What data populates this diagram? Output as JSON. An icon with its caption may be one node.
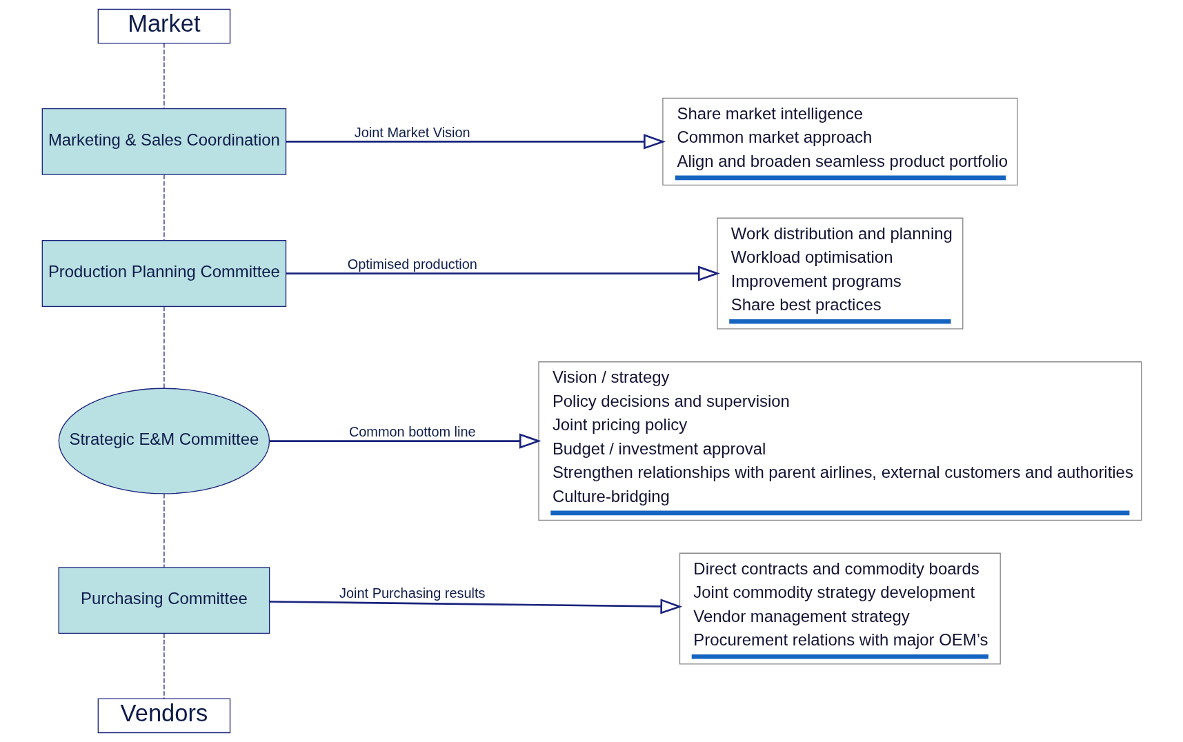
{
  "diagram": {
    "nodes": [
      {
        "text": [
          "Market"
        ]
      },
      {
        "text": [
          "Marketing & Sales Coordination"
        ]
      },
      {
        "text": [
          "Production Planning Committee"
        ]
      },
      {
        "text": [
          "Strategic E&M Committee"
        ]
      },
      {
        "text": [
          "Purchasing Committee"
        ]
      },
      {
        "text": [
          "Vendors"
        ]
      },
      {
        "text": [
          "Share market intelligence",
          "Common market approach",
          "Align and broaden seamless product portfolio"
        ]
      },
      {
        "text": [
          "Work distribution and planning",
          "Workload optimisation",
          "Improvement programs",
          "Share best practices"
        ]
      },
      {
        "text": [
          "Vision / strategy",
          "Policy decisions and supervision",
          "Joint pricing policy",
          "Budget / investment approval",
          "Strengthen relationships with parent airlines, external customers and authorities",
          "Culture-bridging"
        ]
      },
      {
        "text": [
          "Direct contracts and commodity boards",
          "Joint commodity strategy development",
          "Vendor management strategy",
          "Procurement relations with major OEM’s"
        ]
      }
    ],
    "edges": [
      {
        "from": 0,
        "to": 1,
        "arrow": "none",
        "style": "dashed"
      },
      {
        "from": 1,
        "to": 2,
        "arrow": "none",
        "style": "dashed"
      },
      {
        "from": 2,
        "to": 3,
        "arrow": "none",
        "style": "dashed"
      },
      {
        "from": 3,
        "to": 4,
        "arrow": "none",
        "style": "dashed"
      },
      {
        "from": 4,
        "to": 5,
        "arrow": "none",
        "style": "dashed"
      },
      {
        "from": 1,
        "to": 6,
        "arrow": "to",
        "label": "Joint Market Vision"
      },
      {
        "from": 2,
        "to": 7,
        "arrow": "to",
        "label": "Optimised production"
      },
      {
        "from": 3,
        "to": 8,
        "arrow": "to",
        "label": "Common bottom line"
      },
      {
        "from": 4,
        "to": 9,
        "arrow": "to",
        "label": "Joint Purchasing results"
      }
    ]
  }
}
